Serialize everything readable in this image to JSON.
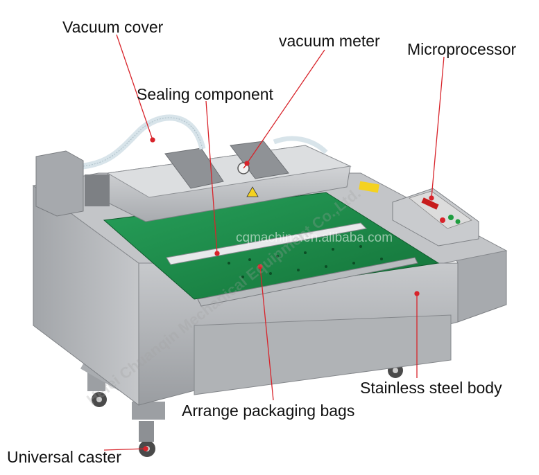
{
  "labels": {
    "vacuum_cover": "Vacuum cover",
    "vacuum_meter": "vacuum meter",
    "microprocessor": "Microprocessor",
    "sealing_component": "Sealing component",
    "stainless_steel_body": "Stainless steel body",
    "arrange_packaging_bags": "Arrange packaging bags",
    "universal_caster": "Universal caster"
  },
  "watermarks": {
    "site": "cqmachine.en.alibaba.com",
    "diagonal": "Hefei Chuanqin Mechanical Equipment Co.,Ltd."
  },
  "colors": {
    "leader_line": "#d8232a",
    "steel": "#b9bbbe",
    "belt": "#1e8a4a"
  }
}
